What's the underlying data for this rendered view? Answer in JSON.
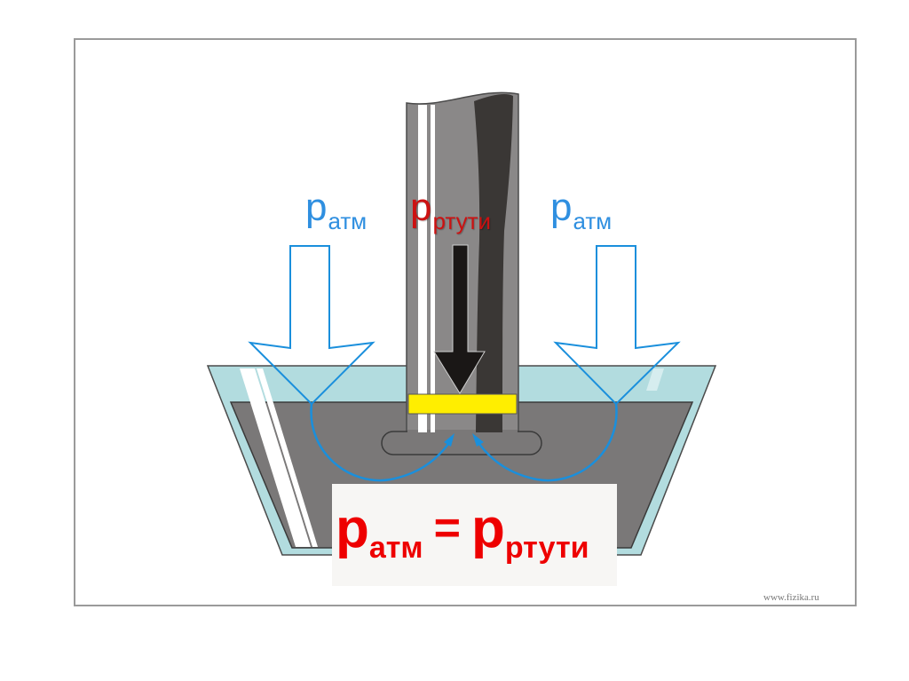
{
  "diagram": {
    "title": "Atmospheric pressure balanced by mercury column pressure",
    "labels": {
      "p_atm_left": {
        "main": "p",
        "sub": "атм"
      },
      "p_atm_right": {
        "main": "p",
        "sub": "атм"
      },
      "p_mercury": {
        "main": "p",
        "sub": "ртути"
      }
    },
    "formula": {
      "left_main": "p",
      "left_sub": "атм",
      "equals": "=",
      "right_main": "p",
      "right_sub": "ртути"
    },
    "watermark": "www.fizika.ru",
    "colors": {
      "atm_arrow": "#1a8fdc",
      "mercury_label": "#cc1111",
      "formula_text": "#ee0000",
      "mercury_fill": "#7a7878",
      "glass_fill": "#b2dcdf",
      "marker_band": "#ffee00",
      "frame_border": "#9a9a9a"
    }
  }
}
